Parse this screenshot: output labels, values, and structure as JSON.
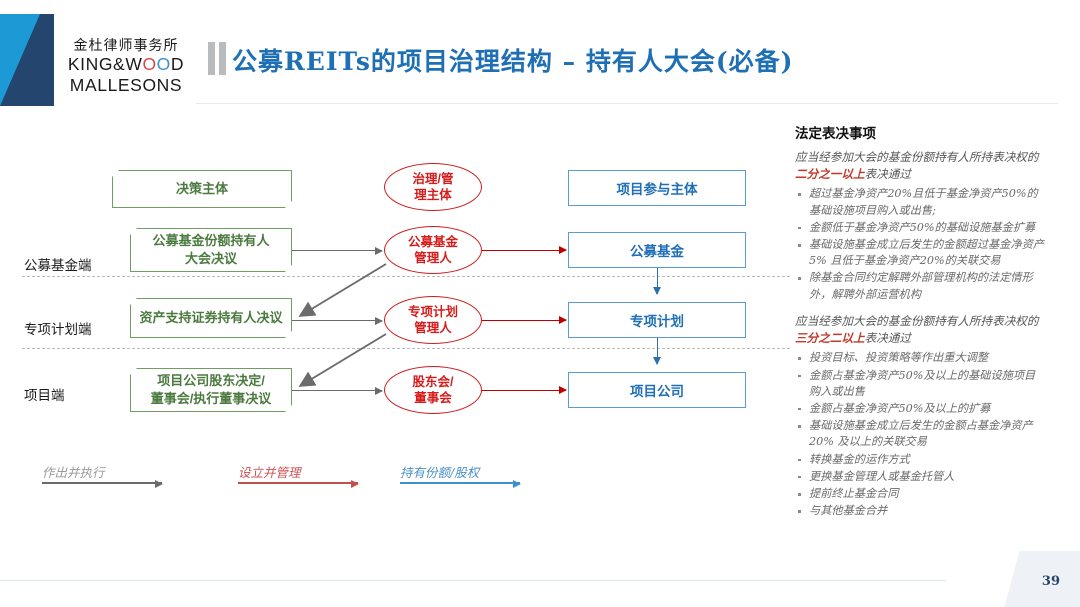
{
  "brand": {
    "name_cn": "金杜律师事务所",
    "name_en_line1": "KING&W",
    "name_en_o1": "O",
    "name_en_o2": "O",
    "name_en_line1_tail": "D",
    "name_en_line2": "MALLESONS"
  },
  "header": {
    "title": "公募REITs的项目治理结构 – 持有人大会(必备)"
  },
  "diagram": {
    "column_headers": {
      "decision": "决策主体",
      "governance": "治理/管\n理主体",
      "participant": "项目参与主体"
    },
    "row_labels": [
      "公募基金端",
      "专项计划端",
      "项目端"
    ],
    "decision_boxes": [
      "公募基金份额持有人\n大会决议",
      "资产支持证券持有人决议",
      "项目公司股东决定/\n董事会/执行董事决议"
    ],
    "governance_ellipses": [
      "公募基金\n管理人",
      "专项计划\n管理人",
      "股东会/\n董事会"
    ],
    "participant_boxes": [
      "公募基金",
      "专项计划",
      "项目公司"
    ],
    "legend": [
      {
        "label": "作出并执行",
        "color": "#6b6b6b"
      },
      {
        "label": "设立并管理",
        "color": "#c0504d"
      },
      {
        "label": "持有份额/股权",
        "color": "#3d8fd0"
      }
    ]
  },
  "panel": {
    "heading": "法定表决事项",
    "sections": [
      {
        "lead_prefix": "应当经参加大会的基金份额持有人所持表决权的",
        "lead_emphasis": "二分之一以上",
        "lead_suffix": "表决通过",
        "items": [
          "超过基金净资产20%且低于基金净资产50%的基础设施项目购入或出售;",
          "金额低于基金净资产50%的基础设施基金扩募",
          "基础设施基金成立后发生的金额超过基金净资产5% 且低于基金净资产20%的关联交易",
          "除基金合同约定解聘外部管理机构的法定情形外，解聘外部运营机构"
        ]
      },
      {
        "lead_prefix": "应当经参加大会的基金份额持有人所持表决权的",
        "lead_emphasis": "三分之二以上",
        "lead_suffix": "表决通过",
        "items": [
          "投资目标、投资策略等作出重大调整",
          "金额占基金净资产50%及以上的基础设施项目购入或出售",
          "金额占基金净资产50%及以上的扩募",
          "基础设施基金成立后发生的金额占基金净资产20% 及以上的关联交易",
          "转换基金的运作方式",
          "更换基金管理人或基金托管人",
          "提前终止基金合同",
          "与其他基金合并"
        ]
      }
    ]
  },
  "footer": {
    "page_number": "39"
  }
}
